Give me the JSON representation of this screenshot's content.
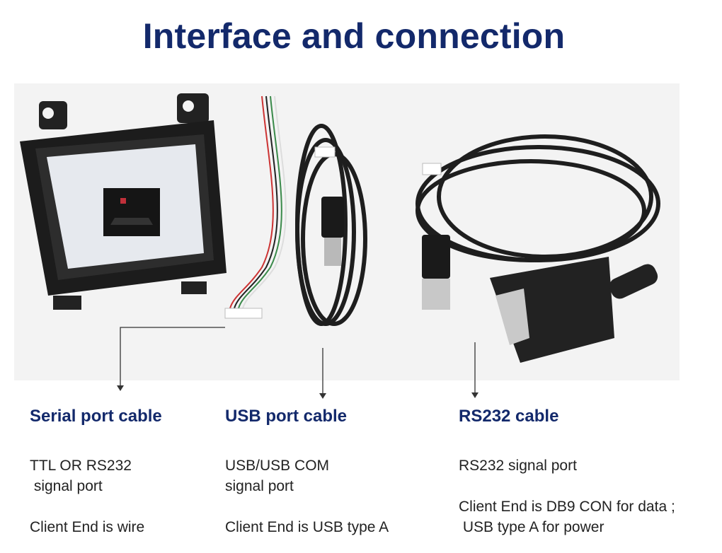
{
  "title": "Interface and connection",
  "columns": [
    {
      "heading": "Serial port cable",
      "desc_lines": [
        "TTL OR RS232",
        " signal port"
      ],
      "client_lines": [
        "Client End is wire"
      ]
    },
    {
      "heading": "USB port cable",
      "desc_lines": [
        "USB/USB COM",
        "signal port"
      ],
      "client_lines": [
        "Client End is USB type A"
      ]
    },
    {
      "heading": "RS232 cable",
      "desc_lines": [
        "RS232 signal port"
      ],
      "client_lines": [
        "Client End is DB9 CON for data ;",
        " USB type A for power"
      ]
    }
  ],
  "colors": {
    "title": "#13296b",
    "heading": "#13296b",
    "text": "#222222"
  }
}
